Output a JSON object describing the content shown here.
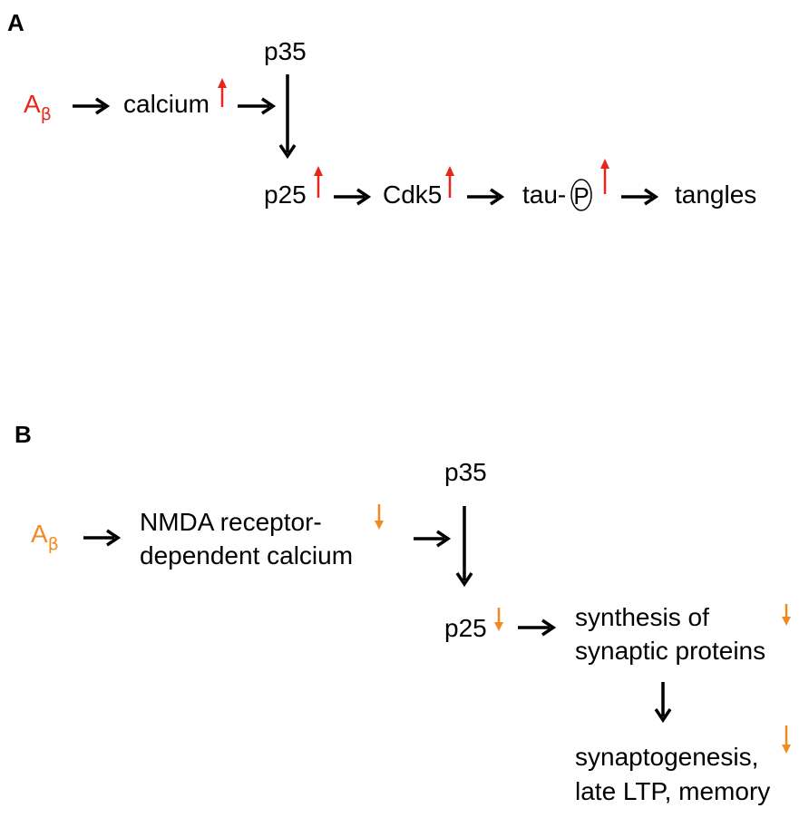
{
  "colors": {
    "increase": "#e8261c",
    "decrease": "#f08a24",
    "text": "#000000"
  },
  "panel_a": {
    "label": "A",
    "abeta_main": "A",
    "abeta_sub": "β",
    "calcium": "calcium",
    "p35": "p35",
    "p25": "p25",
    "cdk5": "Cdk5",
    "tau": "tau-",
    "phospho": "P",
    "tangles": "tangles"
  },
  "panel_b": {
    "label": "B",
    "abeta_main": "A",
    "abeta_sub": "β",
    "nmda_line1": "NMDA receptor-",
    "nmda_line2": "dependent calcium",
    "p35": "p35",
    "p25": "p25",
    "synthesis_line1": "synthesis of",
    "synthesis_line2": "synaptic proteins",
    "outcome_line1": "synaptogenesis,",
    "outcome_line2": "late LTP, memory"
  }
}
